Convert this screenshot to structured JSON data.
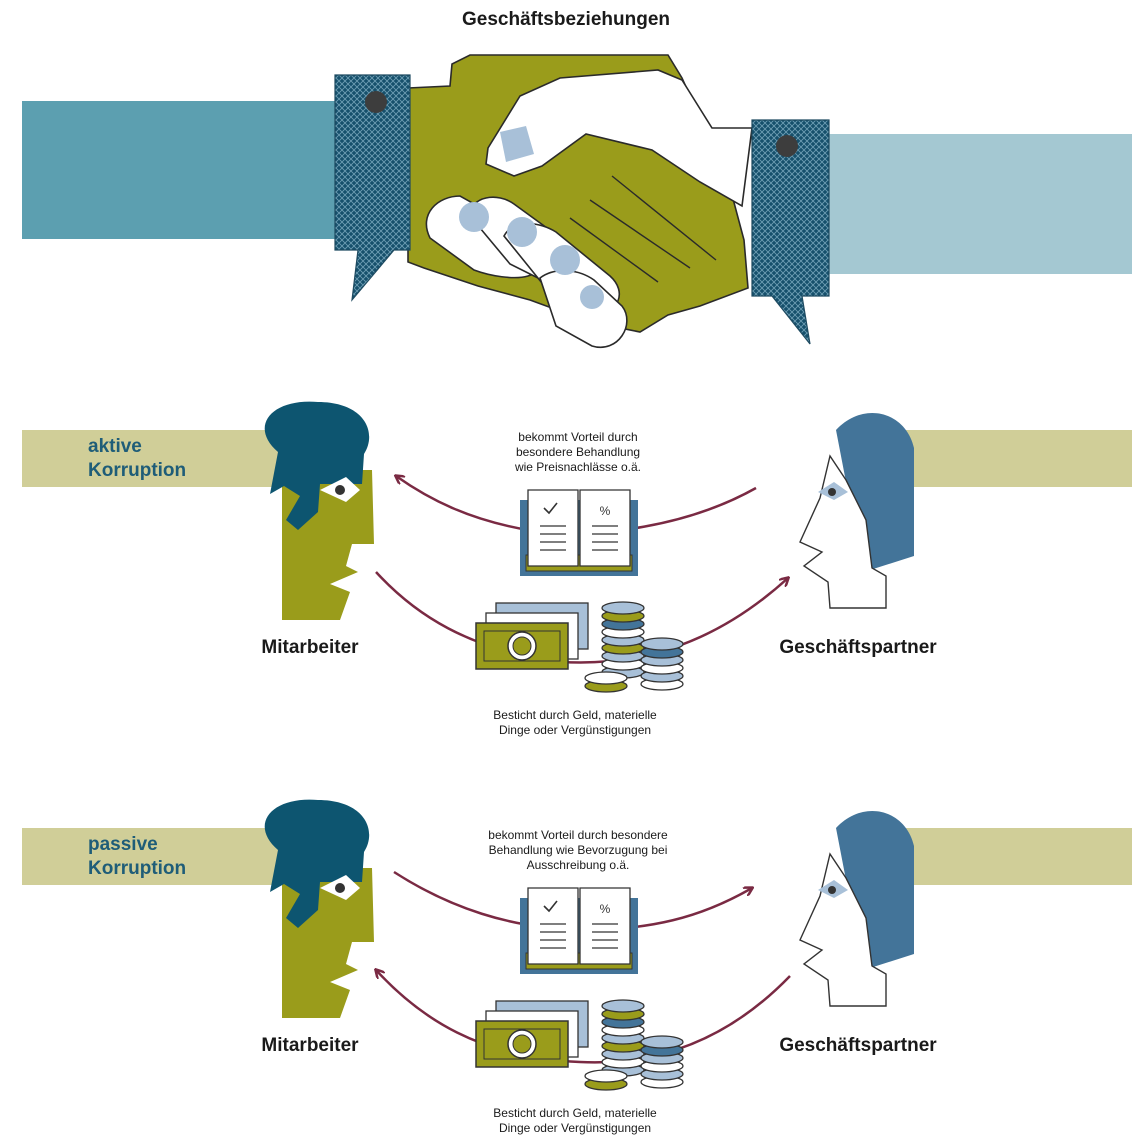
{
  "title": "Geschäftsbeziehungen",
  "sections": [
    {
      "band_line1": "aktive",
      "band_line2": "Korruption",
      "top_caption": [
        "bekommt Vorteil durch",
        "besondere Behandlung",
        "wie Preisnachlässe o.ä."
      ],
      "bottom_caption": [
        "Besticht durch Geld, materielle",
        "Dinge oder Vergünstigungen"
      ],
      "left_label": "Mitarbeiter",
      "right_label": "Geschäftspartner"
    },
    {
      "band_line1": "passive",
      "band_line2": "Korruption",
      "top_caption": [
        "bekommt Vorteil durch besondere",
        "Behandlung wie Bevorzugung bei",
        "Ausschreibung o.ä."
      ],
      "bottom_caption": [
        "Besticht durch Geld, materielle",
        "Dinge oder Vergünstigungen"
      ],
      "left_label": "Mitarbeiter",
      "right_label": "Geschäftspartner"
    }
  ],
  "colors": {
    "olive": "#9a9c1b",
    "band": "#d0ce98",
    "navy": "#0d5570",
    "steel": "#437499",
    "arm_left": "#5c9fb0",
    "arm_right": "#a4c8d2",
    "arrow": "#7a2a43",
    "coin_light": "#a8c0d8"
  }
}
